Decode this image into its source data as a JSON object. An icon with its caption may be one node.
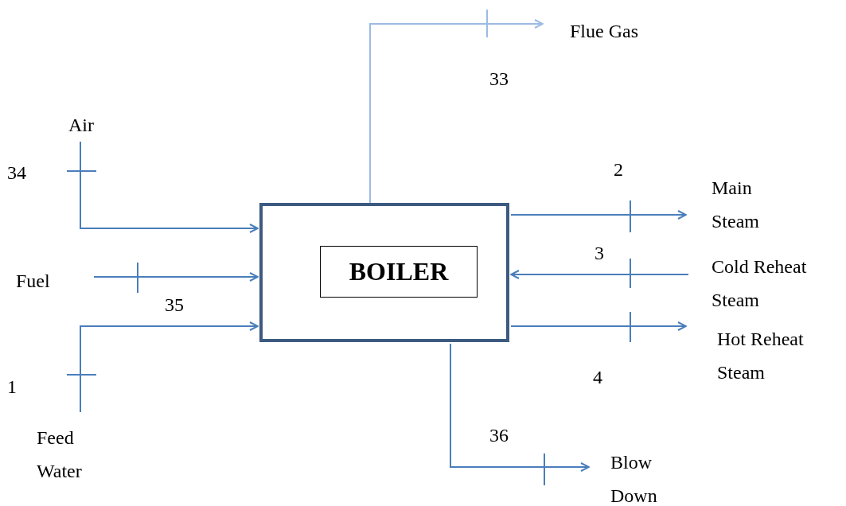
{
  "diagram": {
    "nodes": [
      {
        "text": [],
        "shape": "box"
      },
      {
        "text": [
          "BOILER"
        ],
        "in": 0
      },
      {
        "text": [
          "Flue Gas"
        ]
      },
      {
        "text": [
          "Air"
        ]
      },
      {
        "text": [
          "Fuel"
        ]
      },
      {
        "text": [
          "Feed Water"
        ]
      },
      {
        "text": [
          "Main Steam"
        ]
      },
      {
        "text": [
          "Cold Reheat Steam"
        ]
      },
      {
        "text": [
          "Hot Reheat Steam"
        ]
      },
      {
        "text": [
          "Blow Down"
        ]
      }
    ],
    "edges": [
      {
        "from": 0,
        "to": 2,
        "arrow": "to",
        "label": "33",
        "color": "#9dbbe3"
      },
      {
        "from": 3,
        "to": 0,
        "arrow": "to",
        "label": "34"
      },
      {
        "from": 4,
        "to": 0,
        "arrow": "to",
        "label": "35"
      },
      {
        "from": 5,
        "to": 0,
        "arrow": "to",
        "label": "1"
      },
      {
        "from": 0,
        "to": 6,
        "arrow": "to",
        "label": "2"
      },
      {
        "from": 7,
        "to": 0,
        "arrow": "to",
        "label": "3"
      },
      {
        "from": 0,
        "to": 8,
        "arrow": "to",
        "label": "4"
      },
      {
        "from": 0,
        "to": 9,
        "arrow": "to",
        "label": "36"
      }
    ]
  }
}
